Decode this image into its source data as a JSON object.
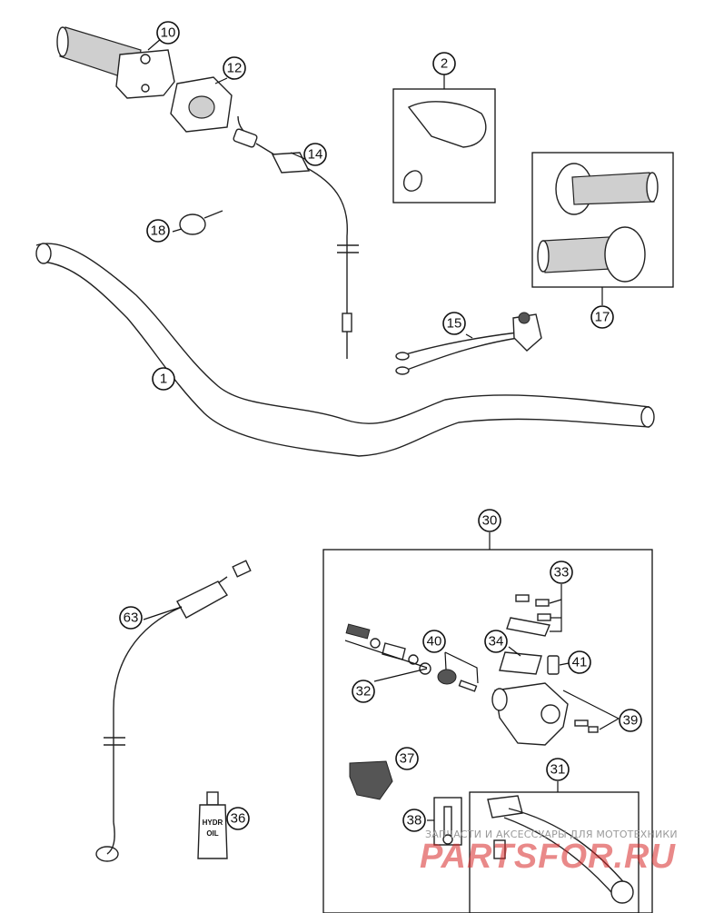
{
  "callouts": {
    "c1": "1",
    "c2": "2",
    "c10": "10",
    "c12": "12",
    "c14": "14",
    "c15": "15",
    "c17": "17",
    "c18": "18",
    "c30": "30",
    "c31": "31",
    "c32": "32",
    "c33": "33",
    "c34": "34",
    "c36": "36",
    "c37": "37",
    "c38": "38",
    "c39": "39",
    "c40": "40",
    "c41": "41",
    "c63": "63"
  },
  "oil_bottle": {
    "line1": "HYDR",
    "line2": "OIL"
  },
  "watermark": {
    "caption": "ЗАПЧАСТИ И АКСЕССУАРЫ ДЛЯ МОТОТЕХНИКИ",
    "logo": "PARTSFOR.RU"
  },
  "colors": {
    "watermark_logo": "#d72828",
    "watermark_caption": "#9a9a9a",
    "line": "#222222"
  }
}
